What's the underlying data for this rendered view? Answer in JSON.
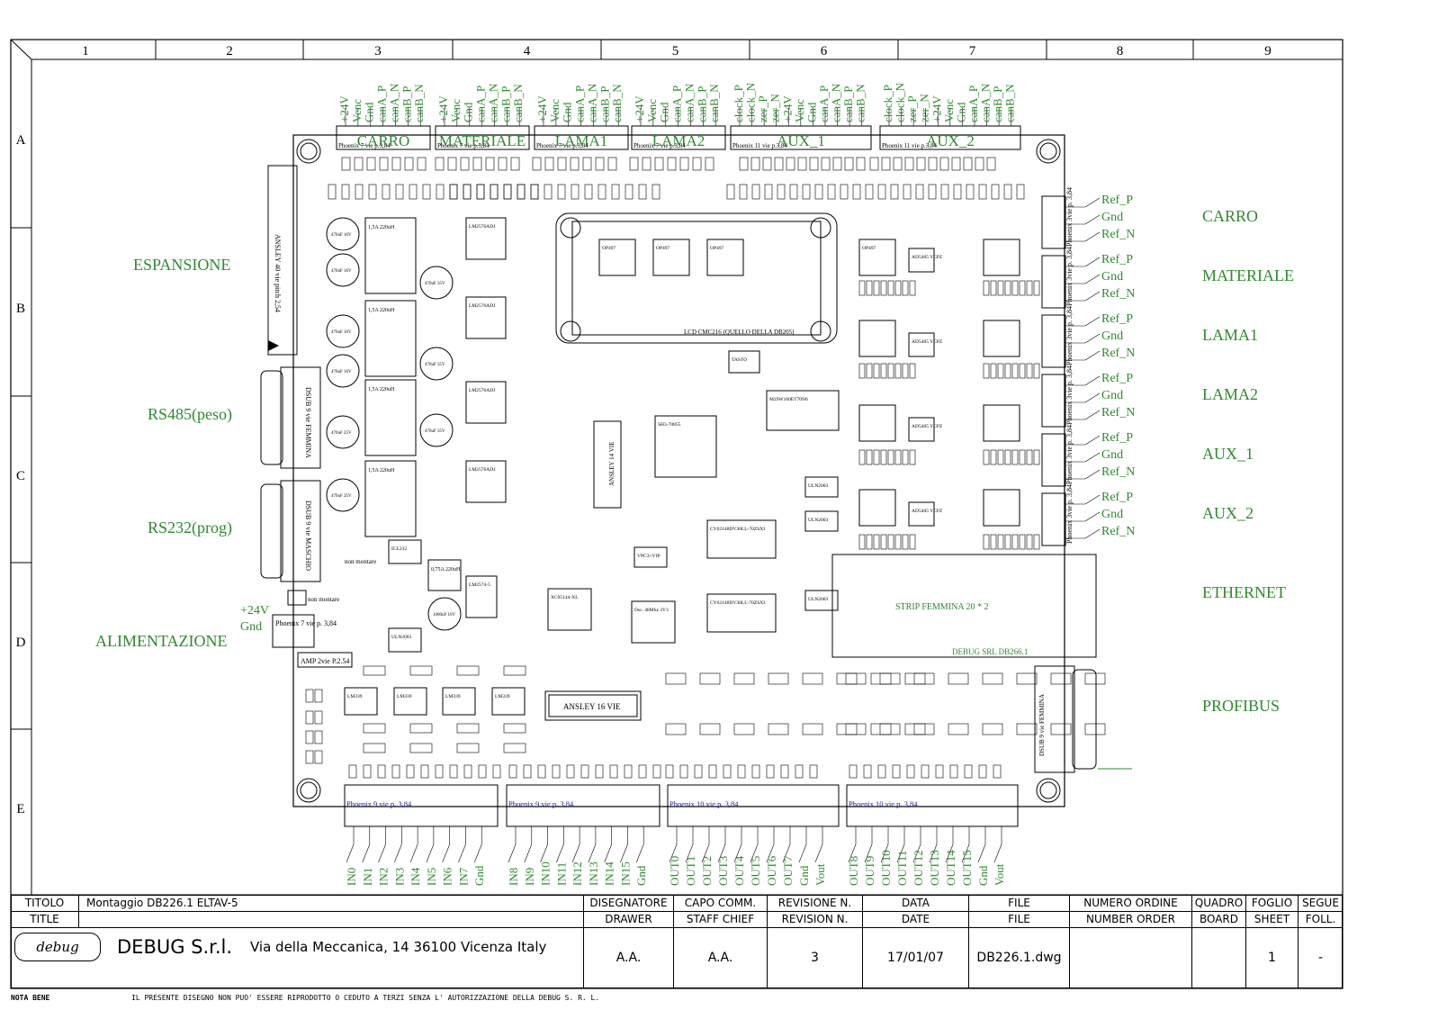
{
  "grid": {
    "columns": [
      "1",
      "2",
      "3",
      "4",
      "5",
      "6",
      "7",
      "8",
      "9"
    ],
    "rows": [
      "A",
      "B",
      "C",
      "D",
      "E"
    ]
  },
  "colors": {
    "line": "#000000",
    "label": "#2e8b2e",
    "bg": "#ffffff"
  },
  "top_connectors": [
    {
      "name": "CARRO",
      "part": "Phoenix 7 vie p.3,84",
      "pins": [
        "+24V",
        "Venc",
        "Gnd",
        "canA_P",
        "canA_N",
        "canB_P",
        "canB_N"
      ]
    },
    {
      "name": "MATERIALE",
      "part": "Phoenix 7 vie p.3,84",
      "pins": [
        "+24V",
        "Venc",
        "Gnd",
        "canA_P",
        "canA_N",
        "canB_P",
        "canB_N"
      ]
    },
    {
      "name": "LAMA1",
      "part": "Phoenix 7 vie p.3,84",
      "pins": [
        "+24V",
        "Venc",
        "Gnd",
        "canA_P",
        "canA_N",
        "canB_P",
        "canB_N"
      ]
    },
    {
      "name": "LAMA2",
      "part": "Phoenix 7 vie p.3,84",
      "pins": [
        "+24V",
        "Venc",
        "Gnd",
        "canA_P",
        "canA_N",
        "canB_P",
        "canB_N"
      ]
    },
    {
      "name": "AUX_1",
      "part": "Phoenix 11 vie p.3,84",
      "pins": [
        "clock_P",
        "clock_N",
        "zer_P",
        "zer_N",
        "+24V",
        "Venc",
        "Gnd",
        "canA_P",
        "canA_N",
        "canB_P",
        "canB_N"
      ]
    },
    {
      "name": "AUX_2",
      "part": "Phoenix 11 vie p.3,84",
      "pins": [
        "clock_P",
        "clock_N",
        "zer_P",
        "zer_N",
        "+24V",
        "Venc",
        "Gnd",
        "canA_P",
        "canA_N",
        "canB_P",
        "canB_N"
      ]
    }
  ],
  "bottom_connectors": [
    {
      "part": "Phoenix 9 vie p. 3,84",
      "pins": [
        "IN0",
        "IN1",
        "IN2",
        "IN3",
        "IN4",
        "IN5",
        "IN6",
        "IN7",
        "Gnd"
      ]
    },
    {
      "part": "Phoenix 9 vie p. 3,84",
      "pins": [
        "IN8",
        "IN9",
        "IN10",
        "IN11",
        "IN12",
        "IN13",
        "IN14",
        "IN15",
        "Gnd"
      ]
    },
    {
      "part": "Phoenix 10 vie p. 3,84",
      "pins": [
        "OUT0",
        "OUT1",
        "OUT2",
        "OUT3",
        "OUT4",
        "OUT5",
        "OUT6",
        "OUT7",
        "Gnd",
        "Vout"
      ]
    },
    {
      "part": "Phoenix 10 vie p. 3,84",
      "pins": [
        "OUT8",
        "OUT9",
        "OUT10",
        "OUT11",
        "OUT12",
        "OUT13",
        "OUT14",
        "OUT15",
        "Gnd",
        "Vout"
      ]
    }
  ],
  "right_connector_pins": [
    "Ref_P",
    "Gnd",
    "Ref_N"
  ],
  "right_connector_part": "Phoenix 3vie p. 3,84",
  "right_labels": [
    "CARRO",
    "MATERIALE",
    "LAMA1",
    "LAMA2",
    "AUX_1",
    "AUX_2",
    "ETHERNET",
    "PROFIBUS"
  ],
  "left_labels": [
    "ESPANSIONE",
    "RS485(peso)",
    "RS232(prog)",
    "ALIMENTAZIONE"
  ],
  "power_pins": [
    "+24V",
    "Gnd"
  ],
  "board": {
    "name": "DEBUG SRL DB266.1",
    "lcd": "LCD CMC216 (QUELLO DELLA DB205)",
    "strip": "STRIP FEMMINA 20 * 2",
    "expansion": "ANSLEY 40 vie pitch 2,54",
    "dsub_rs485": "DSUB 9 vie FEMMINA",
    "dsub_rs232": "DSUB 9 vie MASCHIO",
    "dsub_profibus": "DSUB 9 vie FEMMINA",
    "power_conn": "Phoenix 7 vie p. 3,84",
    "amp": "AMP 2vie P.2.54",
    "ansley16": "ANSLEY 16 VIE",
    "ansley14": "ANSLEY 14 VIE",
    "non_montare": "non montare",
    "ics": [
      "LM2576ADJ",
      "LM2576ADJ",
      "LM2576ADJ",
      "LM2576ADJ",
      "LM2574-5",
      "ICL232",
      "ULN2003",
      "ULN2003",
      "ULN2003",
      "ULN2003",
      "LM339",
      "LM339",
      "LM339",
      "LM339",
      "XC95144-XL",
      "SH3-70855",
      "M29W160ET70N6",
      "CY62148DV30LL-70ZSXI",
      "CY62148DV30LL-70ZSXI",
      "VPC3+VIP",
      "Osc. 48Mhz 3V3",
      "TASTO",
      "AD5405 YCPZ",
      "AD5405 YCPZ",
      "AD5405 YCPZ",
      "AD5405 YCPZ",
      "OP497",
      "OP497",
      "OP497",
      "OP497"
    ],
    "inductors": [
      "1,5A 220uH",
      "1,5A 220uH",
      "1,5A 220uH",
      "1,5A 220uH",
      "0,75A 220uH"
    ],
    "caps": [
      "470uF 16V",
      "470uF 16V",
      "470uF 16V",
      "470uF 16V",
      "470uF 25V",
      "470uF 25V",
      "470uF 35V",
      "470uF 35V",
      "470uF 35V",
      "1000uF 16V"
    ]
  },
  "title_block": {
    "titolo_label": "TITOLO",
    "title_label": "TITLE",
    "title_value": "Montaggio DB226.1 ELTAV-5",
    "company": "DEBUG S.r.l.",
    "address": "Via della Meccanica, 14 36100 Vicenza Italy",
    "logo": "debug",
    "fields": [
      {
        "it": "DISEGNATORE",
        "en": "DRAWER",
        "value": "A.A."
      },
      {
        "it": "CAPO COMM.",
        "en": "STAFF CHIEF",
        "value": "A.A."
      },
      {
        "it": "REVISIONE N.",
        "en": "REVISION N.",
        "value": "3"
      },
      {
        "it": "DATA",
        "en": "DATE",
        "value": "17/01/07"
      },
      {
        "it": "FILE",
        "en": "FILE",
        "value": "DB226.1.dwg"
      },
      {
        "it": "NUMERO ORDINE",
        "en": "NUMBER ORDER",
        "value": ""
      },
      {
        "it": "QUADRO",
        "en": "BOARD",
        "value": ""
      },
      {
        "it": "FOGLIO",
        "en": "SHEET",
        "value": "1"
      },
      {
        "it": "SEGUE",
        "en": "FOLL.",
        "value": "-"
      }
    ]
  },
  "nota_bene": "NOTA BENE",
  "nota_text": "IL PRESENTE DISEGNO NON PUO' ESSERE RIPRODOTTO O CEDUTO A TERZI SENZA L' AUTORIZZAZIONE DELLA DEBUG S. R. L."
}
